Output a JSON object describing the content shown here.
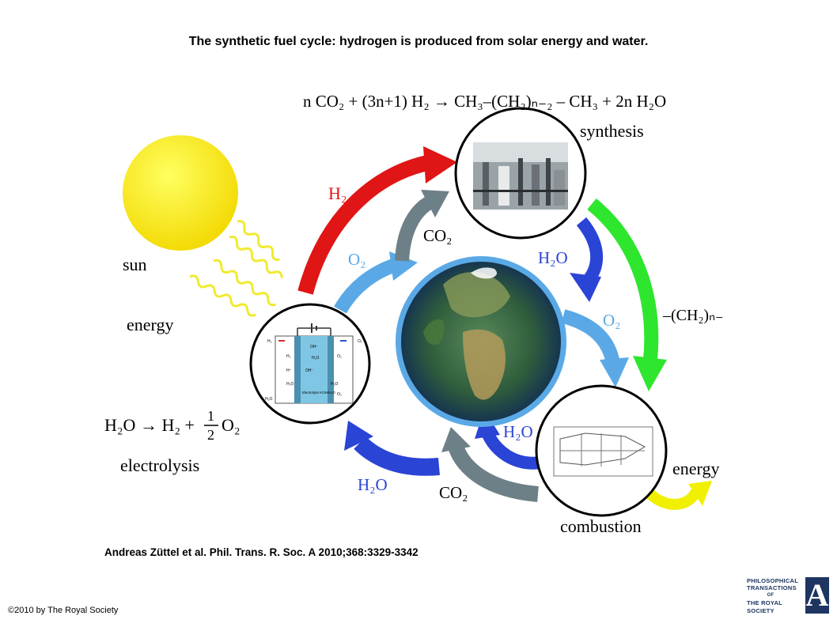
{
  "title": "The synthetic fuel cycle: hydrogen is produced from solar energy and water.",
  "equation_synthesis": "n CO₂ + (3n+1) H₂ → CH₃–(CH₂)ₙ₋₂ – CH₃ + 2n H₂O",
  "equation_electrolysis": {
    "left": "H₂O → H₂ +",
    "numerator": "1",
    "denominator": "2",
    "right": "O₂"
  },
  "labels": {
    "sun": "sun",
    "energy_left": "energy",
    "electrolysis": "electrolysis",
    "synthesis": "synthesis",
    "combustion": "combustion",
    "energy_right": "energy",
    "h2": "H₂",
    "co2_top": "CO₂",
    "o2_left": "O₂",
    "h2o_top": "H₂O",
    "o2_right": "O₂",
    "ch2": "–(CH₂)ₙ₋",
    "h2o_bottom_right": "H₂O",
    "h2o_bottom": "H₂O",
    "co2_bottom": "CO₂"
  },
  "electrolysis_cell": {
    "left_items": [
      "H₂",
      "H₂",
      "H⁺",
      "H₂O",
      "H₂O"
    ],
    "right_items": [
      "O₂",
      "O₂",
      "H₂O",
      "O₂"
    ],
    "center_items": [
      "OH⁻",
      "H₂O",
      "OH⁻"
    ],
    "electrolyte": "Electrolyte KOH/H₂O"
  },
  "citation": "Andreas Züttel et al. Phil. Trans. R. Soc. A 2010;368:3329-3342",
  "copyright": "©2010 by The Royal Society",
  "logo": {
    "line1": "PHILOSOPHICAL",
    "line2": "TRANSACTIONS",
    "line3": "OF",
    "line4": "THE ROYAL",
    "line5": "SOCIETY",
    "letter": "A"
  },
  "colors": {
    "sun": "#f5e600",
    "h2_arrow": "#e01515",
    "co2_arrow": "#6e8087",
    "o2_arrow": "#5aa9e6",
    "h2o_arrow": "#2a44d6",
    "fuel_arrow": "#2ee62e",
    "energy_arrow": "#f0f000"
  }
}
